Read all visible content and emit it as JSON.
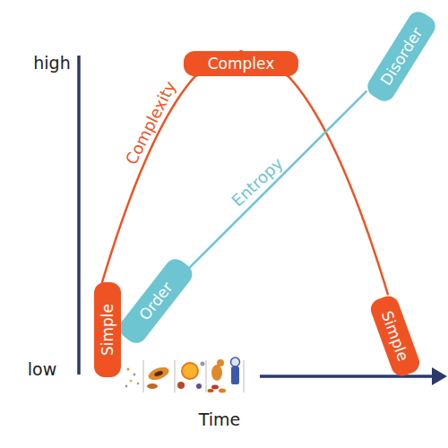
{
  "diagram": {
    "nodes": [
      {
        "text": [
          "Complex"
        ]
      },
      {
        "text": [
          "Disorder"
        ]
      },
      {
        "text": [
          "Order"
        ]
      },
      {
        "text": [
          "Simple"
        ]
      },
      {
        "text": [
          "Simple"
        ]
      }
    ],
    "edges": [
      {
        "from": 3,
        "to": 0,
        "arrow": "none",
        "label": "Complexity"
      },
      {
        "from": 0,
        "to": 4,
        "arrow": "none"
      },
      {
        "from": 2,
        "to": 1,
        "arrow": "none",
        "label": "Entropy"
      }
    ],
    "labels": [
      "high",
      "low",
      "Time"
    ]
  }
}
